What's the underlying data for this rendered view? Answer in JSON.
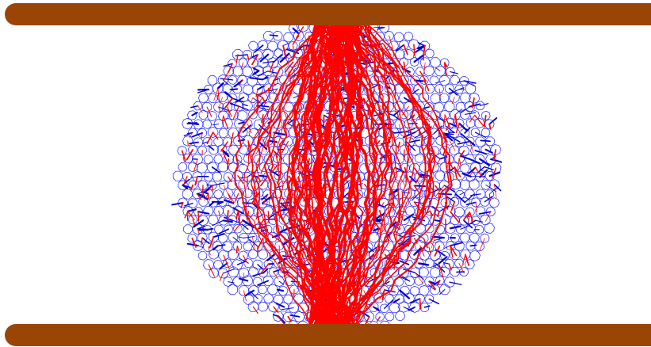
{
  "scene": {
    "description_visible_text": "",
    "colors": {
      "background": "#ffffff",
      "platen": "#9a4505",
      "particle_outline": "#1a1aff",
      "compressive_force_chain": "#ff0000",
      "tensile_contact": "#0000cc"
    },
    "platens": [
      {
        "name": "top-platen"
      },
      {
        "name": "bottom-platen"
      }
    ],
    "specimen": {
      "shape": "disc",
      "particle_shape": "polygon",
      "particle_sides": 8
    }
  }
}
